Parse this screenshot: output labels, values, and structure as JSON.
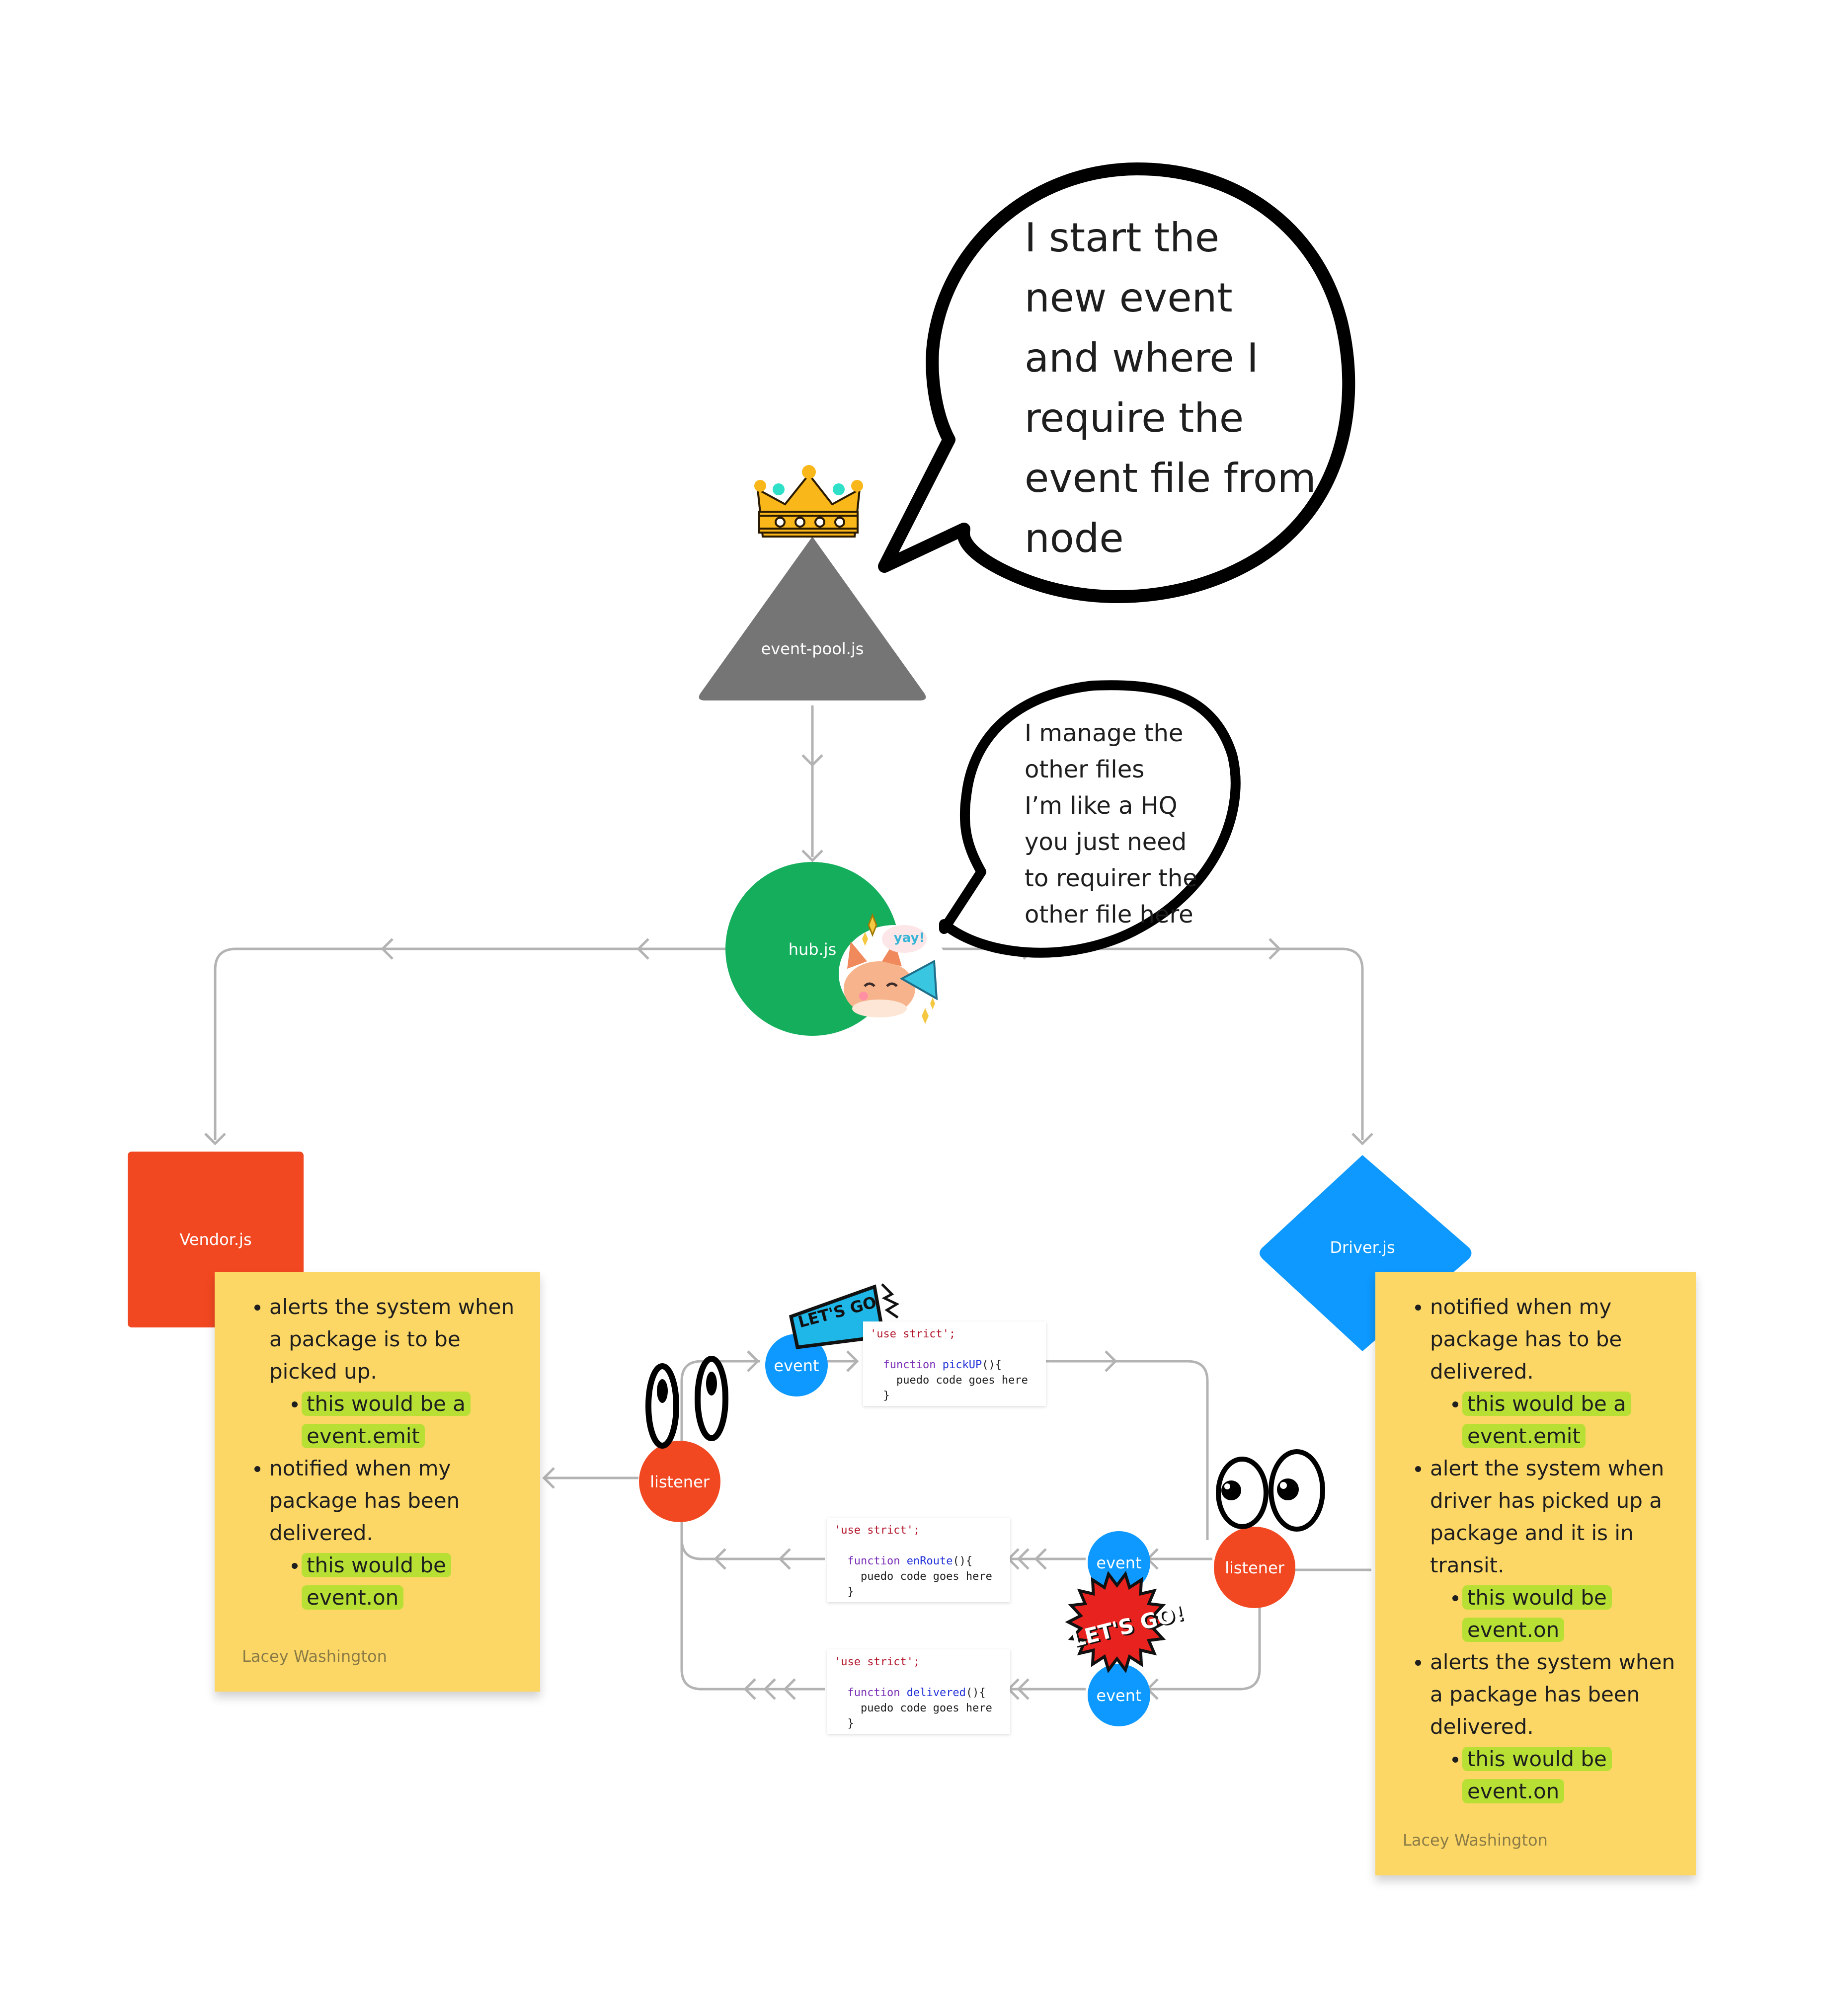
{
  "nodes": {
    "event_pool": "event-pool.js",
    "hub": "hub.js",
    "vendor": "Vendor.js",
    "driver": "Driver.js",
    "vendor_listener": "listener",
    "driver_listener": "listener",
    "event_pickup": "event",
    "event_enroute": "event",
    "event_delivered": "event"
  },
  "bubbles": {
    "big": [
      "I start the",
      "new event",
      "and where I",
      "require the",
      "event file from",
      "node"
    ],
    "small": [
      "I manage the",
      "other files",
      "I’m like a HQ",
      "you just need",
      "to requirer the",
      "other file here"
    ]
  },
  "stickers": {
    "yay": "yay!",
    "lets_go_top": "LET'S GO",
    "lets_go_bottom": "LET'S GO!"
  },
  "vendor_note": {
    "bullet1": [
      "alerts the system when",
      "a package is to be",
      "picked up."
    ],
    "sub1": [
      "this would be a",
      "event.emit"
    ],
    "bullet2": [
      "notified when my",
      "package has been",
      "delivered."
    ],
    "sub2": [
      "this would be",
      "event.on"
    ],
    "author": "Lacey Washington"
  },
  "driver_note": {
    "bullet1": [
      "notified when my",
      "package has to be",
      "delivered."
    ],
    "sub1": [
      "this would be a",
      "event.emit"
    ],
    "bullet2": [
      "alert the system when",
      "driver has picked up a",
      "package and it is in",
      "transit."
    ],
    "sub2": [
      "this would be",
      "event.on"
    ],
    "bullet3": [
      "alerts the system when",
      "a package has been",
      "delivered."
    ],
    "sub3": [
      "this would be",
      "event.on"
    ],
    "author": "Lacey Washington"
  },
  "code": {
    "pickup": {
      "strict": "'use strict';",
      "kw": "function",
      "name": "pickUP",
      "sig": "(){",
      "body": "puedo code goes here",
      "close": "}"
    },
    "enroute": {
      "strict": "'use strict';",
      "kw": "function",
      "name": "enRoute",
      "sig": "(){",
      "body": "puedo code goes here",
      "close": "}"
    },
    "delivered": {
      "strict": "'use strict';",
      "kw": "function",
      "name": "delivered",
      "sig": "(){",
      "body": "puedo code goes here",
      "close": "}"
    }
  },
  "colors": {
    "triangle": "#757575",
    "hub": "#14ae5c",
    "vendor": "#f24822",
    "driver": "#0d99ff",
    "event": "#0d99ff",
    "listener": "#f24822",
    "sticky": "#fdd766",
    "highlight": "#b8e034",
    "connector": "#b3b3b3"
  }
}
